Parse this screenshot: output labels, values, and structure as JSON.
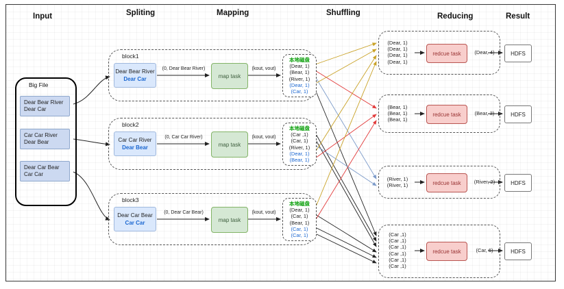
{
  "headers": {
    "input": "Input",
    "splitting": "Spliting",
    "mapping": "Mapping",
    "shuffling": "Shuffling",
    "reducing": "Reducing",
    "result": "Result"
  },
  "input": {
    "big_file_label": "Big File",
    "chunks": [
      {
        "line1": "Dear Bear River",
        "line2": "Dear Car"
      },
      {
        "line1": "Car Car River",
        "line2": "Dear Bear"
      },
      {
        "line1": "Dear Car Bear",
        "line2": "Car Car"
      }
    ]
  },
  "colors": {
    "highlight_blue": "#1a66d0",
    "split_fill": "#dae8fc",
    "map_fill": "#d5e8d4",
    "reduce_fill": "#f8cecc",
    "disk_title_green": "#089e08",
    "line_dear": "#c9a227",
    "line_bear": "#e23b3b",
    "line_river": "#7b9ac9",
    "line_car": "#222222"
  },
  "blocks": [
    {
      "label": "block1",
      "split_line1": "Dear Bear River",
      "split_line2": "Dear Car",
      "map_input_label": "(0, Dear Bear River)",
      "map_task_label": "map task",
      "map_output_label": "(kout, vout)",
      "disk_title": "本地磁盘",
      "outputs": [
        {
          "text": "(Dear, 1)",
          "blue": false
        },
        {
          "text": "(Bear, 1)",
          "blue": false
        },
        {
          "text": "(River, 1)",
          "blue": false
        },
        {
          "text": "(Dear, 1)",
          "blue": true
        },
        {
          "text": "(Car, 1)",
          "blue": true
        }
      ]
    },
    {
      "label": "block2",
      "split_line1": "Car Car River",
      "split_line2": "Dear Bear",
      "map_input_label": "(0, Car Car River)",
      "map_task_label": "map task",
      "map_output_label": "(kout, vout)",
      "disk_title": "本地磁盘",
      "outputs": [
        {
          "text": "(Car ,1)",
          "blue": false
        },
        {
          "text": "(Car, 1)",
          "blue": false
        },
        {
          "text": "(River, 1)",
          "blue": false
        },
        {
          "text": "(Dear, 1)",
          "blue": true
        },
        {
          "text": "(Bear, 1)",
          "blue": true
        }
      ]
    },
    {
      "label": "block3",
      "split_line1": "Dear Car Bear",
      "split_line2": "Car Car",
      "map_input_label": "(0, Dear Car Bear)",
      "map_task_label": "map task",
      "map_output_label": "(kout, vout)",
      "disk_title": "本地磁盘",
      "outputs": [
        {
          "text": "(Dear, 1)",
          "blue": false
        },
        {
          "text": "(Car, 1)",
          "blue": false
        },
        {
          "text": "(Bear, 1)",
          "blue": false
        },
        {
          "text": "(Car, 1)",
          "blue": true
        },
        {
          "text": "(Car, 1)",
          "blue": true
        }
      ]
    }
  ],
  "reduce_groups": [
    {
      "inputs": [
        "(Dear, 1)",
        "(Dear, 1)",
        "(Dear, 1)",
        "(Dear, 1)"
      ],
      "task_label": "redcue task",
      "output_label": "(Dear, 4)",
      "result_label": "HDFS"
    },
    {
      "inputs": [
        "(Bear, 1)",
        "(Bear, 1)",
        "(Bear, 1)"
      ],
      "task_label": "redcue task",
      "output_label": "(Bear, 3)",
      "result_label": "HDFS"
    },
    {
      "inputs": [
        "(River, 1)",
        "(River, 1)"
      ],
      "task_label": "redcue task",
      "output_label": "(River, 2)",
      "result_label": "HDFS"
    },
    {
      "inputs": [
        "(Car ,1)",
        "(Car ,1)",
        "(Car ,1)",
        "(Car ,1)",
        "(Car ,1)",
        "(Car ,1)"
      ],
      "task_label": "redcue task",
      "output_label": "(Car, 6)",
      "result_label": "HDFS"
    }
  ]
}
